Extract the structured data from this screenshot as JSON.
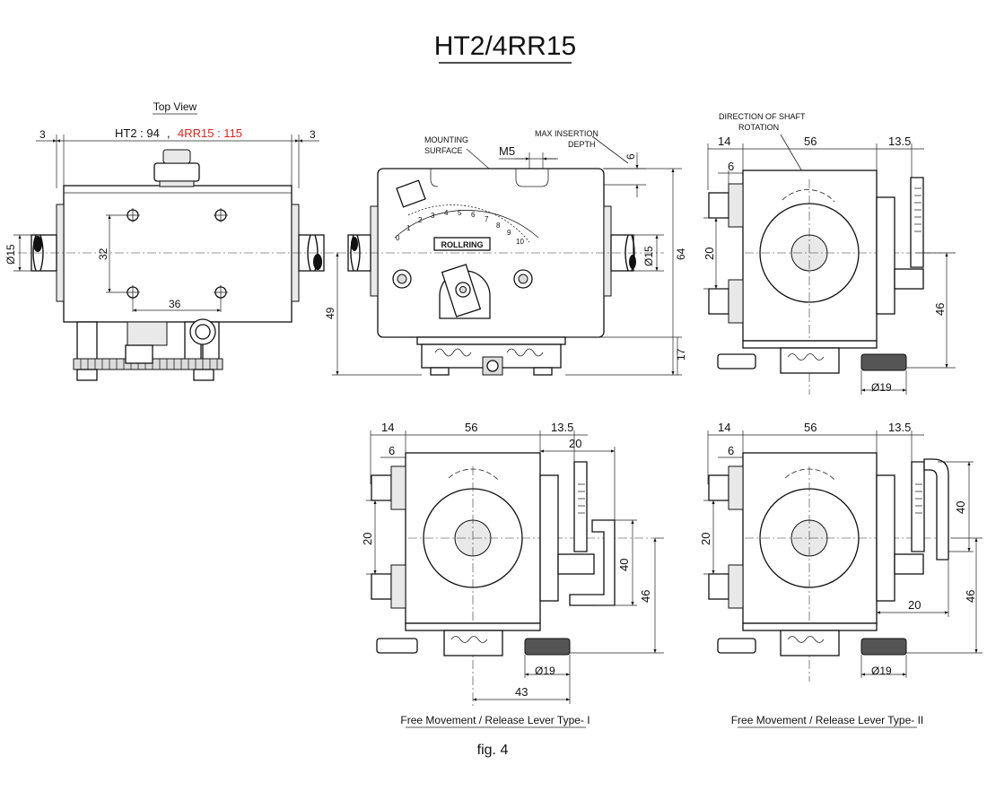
{
  "title": "HT2/4RR15",
  "figure_caption": "fig. 4",
  "top_view": {
    "heading": "Top View",
    "length_ht2": "HT2 : 94",
    "comma": ",",
    "length_4rr15": "4RR15 : 115",
    "dim_left": "3",
    "dim_right": "3",
    "shaft_dia": "Ø15",
    "hole_spacing_v": "32",
    "hole_spacing_h": "36"
  },
  "front_view": {
    "mounting_label_1": "MOUNTING",
    "mounting_label_2": "SURFACE",
    "thread": "M5",
    "max_insertion_1": "MAX INSERTION",
    "max_insertion_2": "DEPTH",
    "depth": "6",
    "height_total": "64",
    "shaft_height": "49",
    "base_height": "17",
    "shaft_dia": "Ø15",
    "brand": "ROLLRING",
    "scale": [
      "0",
      "1",
      "2",
      "3",
      "4",
      "5",
      "6",
      "7",
      "8",
      "9",
      "10"
    ]
  },
  "side_view": {
    "rotation_label_1": "DIRECTION OF SHAFT",
    "rotation_label_2": "ROTATION",
    "d_14": "14",
    "d_56": "56",
    "d_13_5": "13.5",
    "d_6": "6",
    "d_20": "20",
    "d_46": "46",
    "d_19": "Ø19"
  },
  "lever_type_1": {
    "caption": "Free Movement / Release Lever Type- I",
    "d_14": "14",
    "d_56": "56",
    "d_13_5": "13.5",
    "d_20_top": "20",
    "d_6": "6",
    "d_20_left": "20",
    "d_40": "40",
    "d_46": "46",
    "d_19": "Ø19",
    "d_43": "43"
  },
  "lever_type_2": {
    "caption": "Free Movement / Release Lever Type- II",
    "d_14": "14",
    "d_56": "56",
    "d_13_5": "13.5",
    "d_6": "6",
    "d_20_left": "20",
    "d_40": "40",
    "d_20_bottom": "20",
    "d_46": "46",
    "d_19": "Ø19"
  },
  "colors": {
    "highlight": "#e0221b",
    "line": "#111111"
  }
}
